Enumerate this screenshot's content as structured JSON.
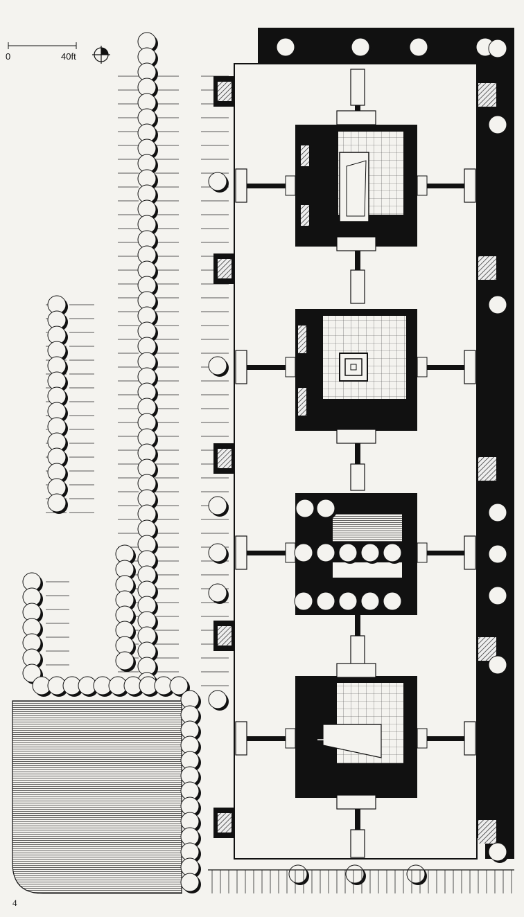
{
  "scale": {
    "start_label": "0",
    "end_label": "40ft"
  },
  "page_number": "4",
  "colors": {
    "ink": "#111111",
    "paper": "#f4f3ef",
    "water": "#ffffff"
  },
  "icons": [
    "north-arrow-icon"
  ]
}
